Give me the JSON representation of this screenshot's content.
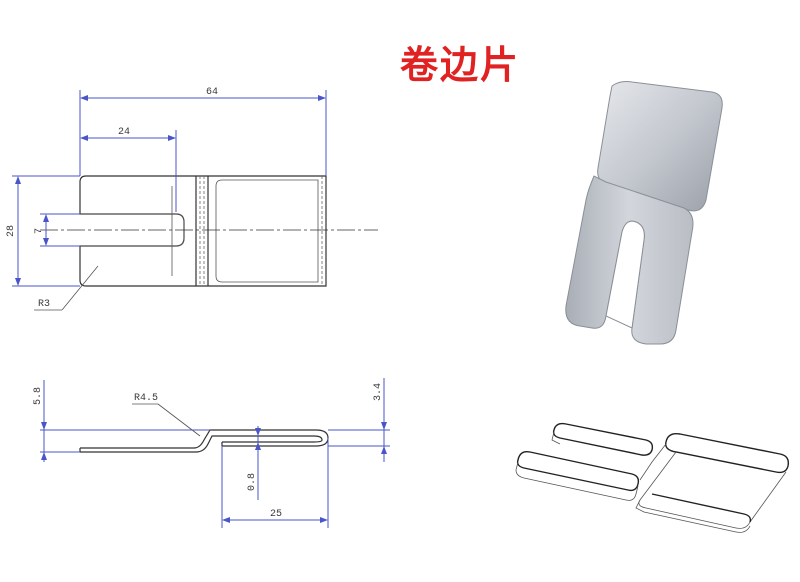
{
  "title": "卷边片",
  "dimensions": {
    "overall_length": "64",
    "slot_depth": "24",
    "height": "28",
    "slot_width": "7",
    "corner_radius": "R3",
    "bend_radius": "R4.5",
    "side_height_left": "5.8",
    "side_height_right": "3.4",
    "thickness": "0.8",
    "flap_length": "25"
  },
  "colors": {
    "title": "#e02222",
    "dimension_lines": "#4a55c8",
    "part_lines": "#333333"
  }
}
